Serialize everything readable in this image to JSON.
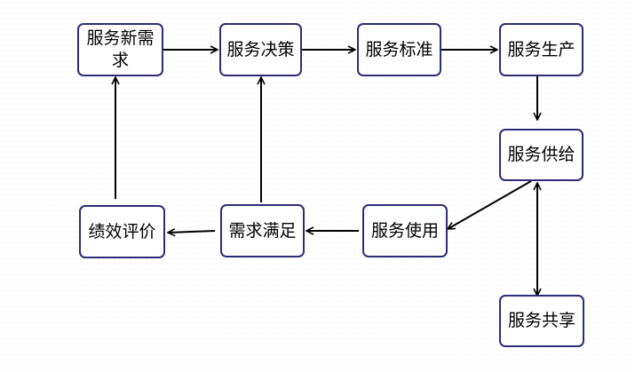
{
  "diagram": {
    "nodes": {
      "new_demand": "服务新需求",
      "decision": "服务决策",
      "standard": "服务标准",
      "production": "服务生产",
      "supply": "服务供给",
      "usage": "服务使用",
      "satisfaction": "需求满足",
      "evaluation": "绩效评价",
      "sharing": "服务共享"
    },
    "edges": [
      {
        "from": "new_demand",
        "to": "decision"
      },
      {
        "from": "decision",
        "to": "standard"
      },
      {
        "from": "standard",
        "to": "production"
      },
      {
        "from": "production",
        "to": "supply"
      },
      {
        "from": "supply",
        "to": "usage"
      },
      {
        "from": "usage",
        "to": "satisfaction"
      },
      {
        "from": "satisfaction",
        "to": "evaluation"
      },
      {
        "from": "evaluation",
        "to": "new_demand"
      },
      {
        "from": "satisfaction",
        "to": "decision"
      },
      {
        "from": "supply",
        "to": "sharing",
        "bidirectional": true
      }
    ],
    "colors": {
      "node_border": "#2d2c78",
      "arrow": "#000000",
      "text": "#000000"
    }
  }
}
